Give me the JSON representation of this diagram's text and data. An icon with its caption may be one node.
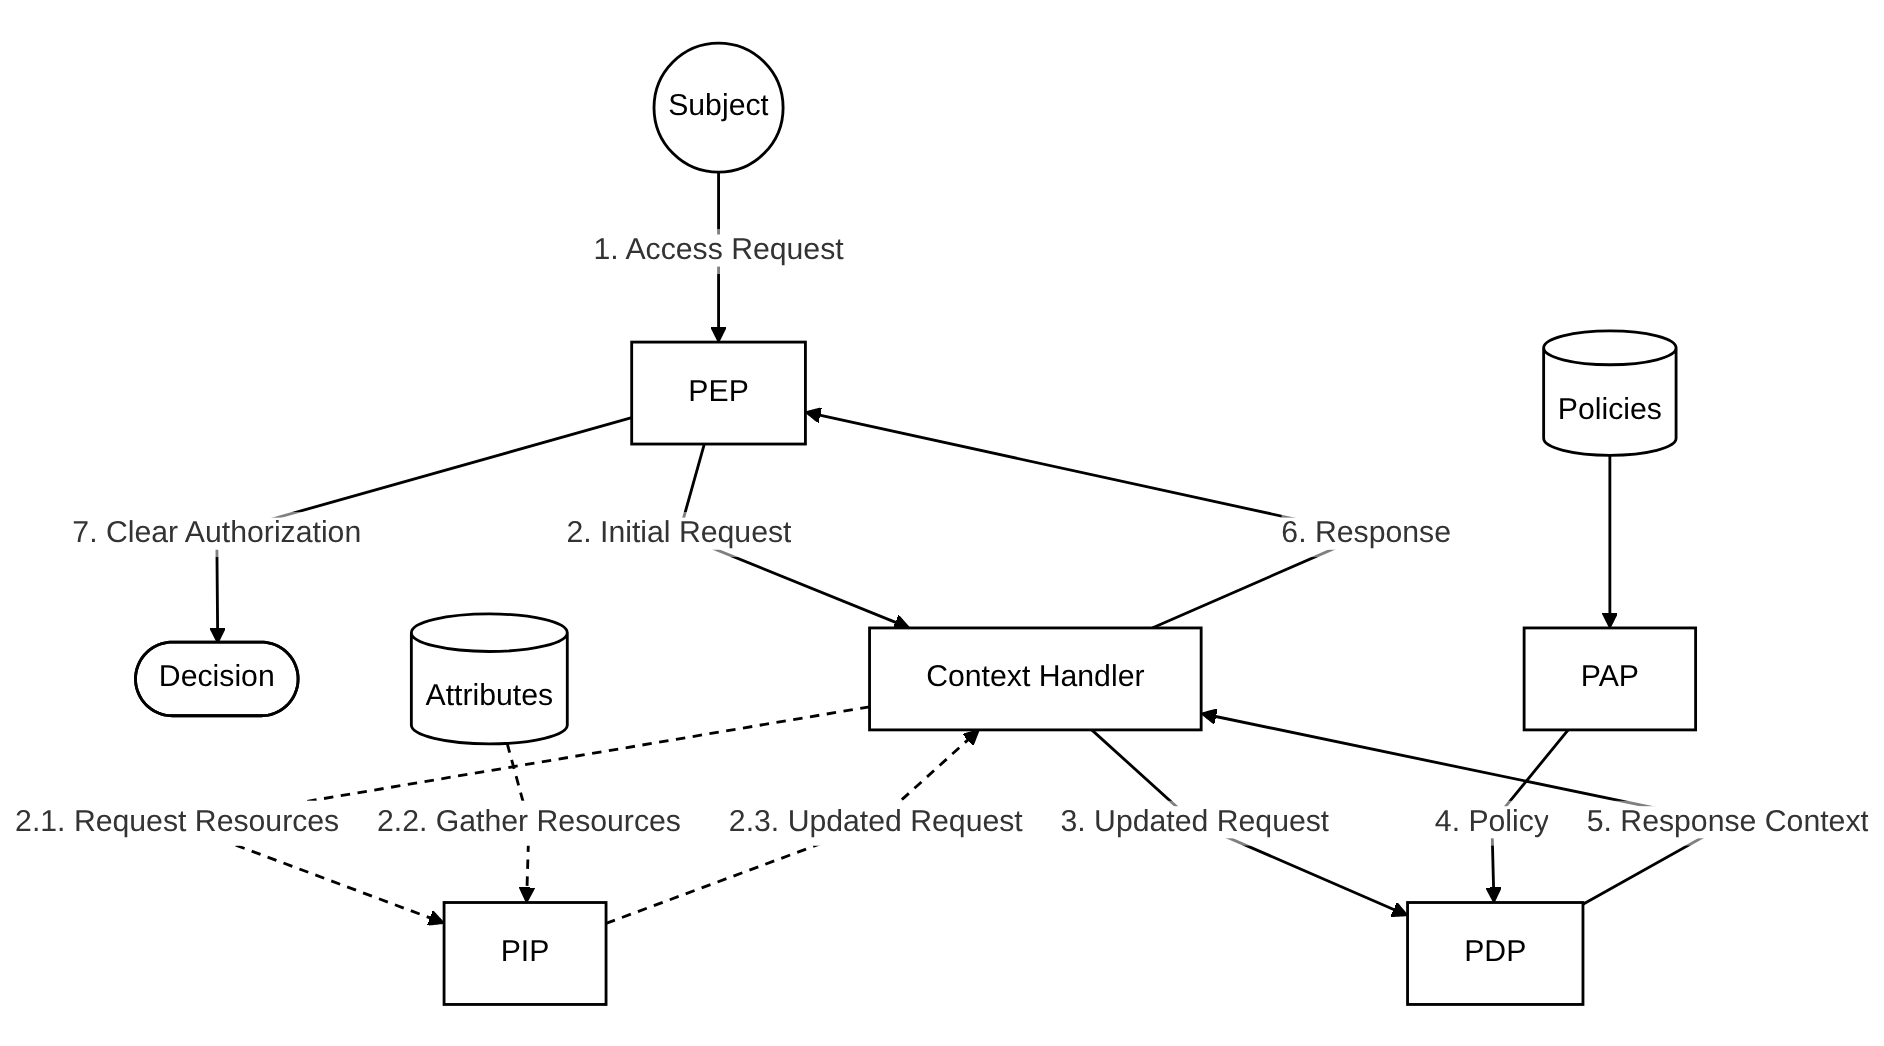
{
  "diagram": {
    "nodes": [
      {
        "text": [
          "Subject"
        ]
      },
      {
        "text": [
          "PEP"
        ]
      },
      {
        "text": [
          "Decision"
        ]
      },
      {
        "text": [
          "Policies"
        ]
      },
      {
        "text": [
          "Context Handler"
        ]
      },
      {
        "text": [
          "PIP"
        ]
      },
      {
        "text": [
          "PAP"
        ]
      },
      {
        "text": [
          "PDP"
        ]
      },
      {
        "text": [
          "Attributes"
        ]
      }
    ],
    "edges": [
      {
        "from": 0,
        "to": 1,
        "arrow": "to",
        "label": "1. Access Request"
      },
      {
        "from": 1,
        "to": 2,
        "arrow": "to",
        "label": "7. Clear Authorization"
      },
      {
        "from": 1,
        "to": 4,
        "arrow": "to",
        "label": "2. Initial Request"
      },
      {
        "from": 4,
        "to": 1,
        "arrow": "to",
        "label": "6. Response"
      },
      {
        "from": 4,
        "to": 5,
        "arrow": "to",
        "label": "2.1. Request Resources",
        "style": "dashed"
      },
      {
        "from": 5,
        "to": 4,
        "arrow": "to",
        "label": "2.3. Updated Request",
        "style": "dashed"
      },
      {
        "from": 3,
        "to": 6,
        "arrow": "to"
      },
      {
        "from": 4,
        "to": 7,
        "arrow": "to",
        "label": "3. Updated Request"
      },
      {
        "from": 7,
        "to": 4,
        "arrow": "to",
        "label": "5. Response Context"
      },
      {
        "from": 6,
        "to": 7,
        "arrow": "to",
        "label": "4. Policy"
      },
      {
        "from": 8,
        "to": 5,
        "arrow": "to",
        "label": "2.2. Gather Resources",
        "style": "dashed"
      }
    ]
  }
}
